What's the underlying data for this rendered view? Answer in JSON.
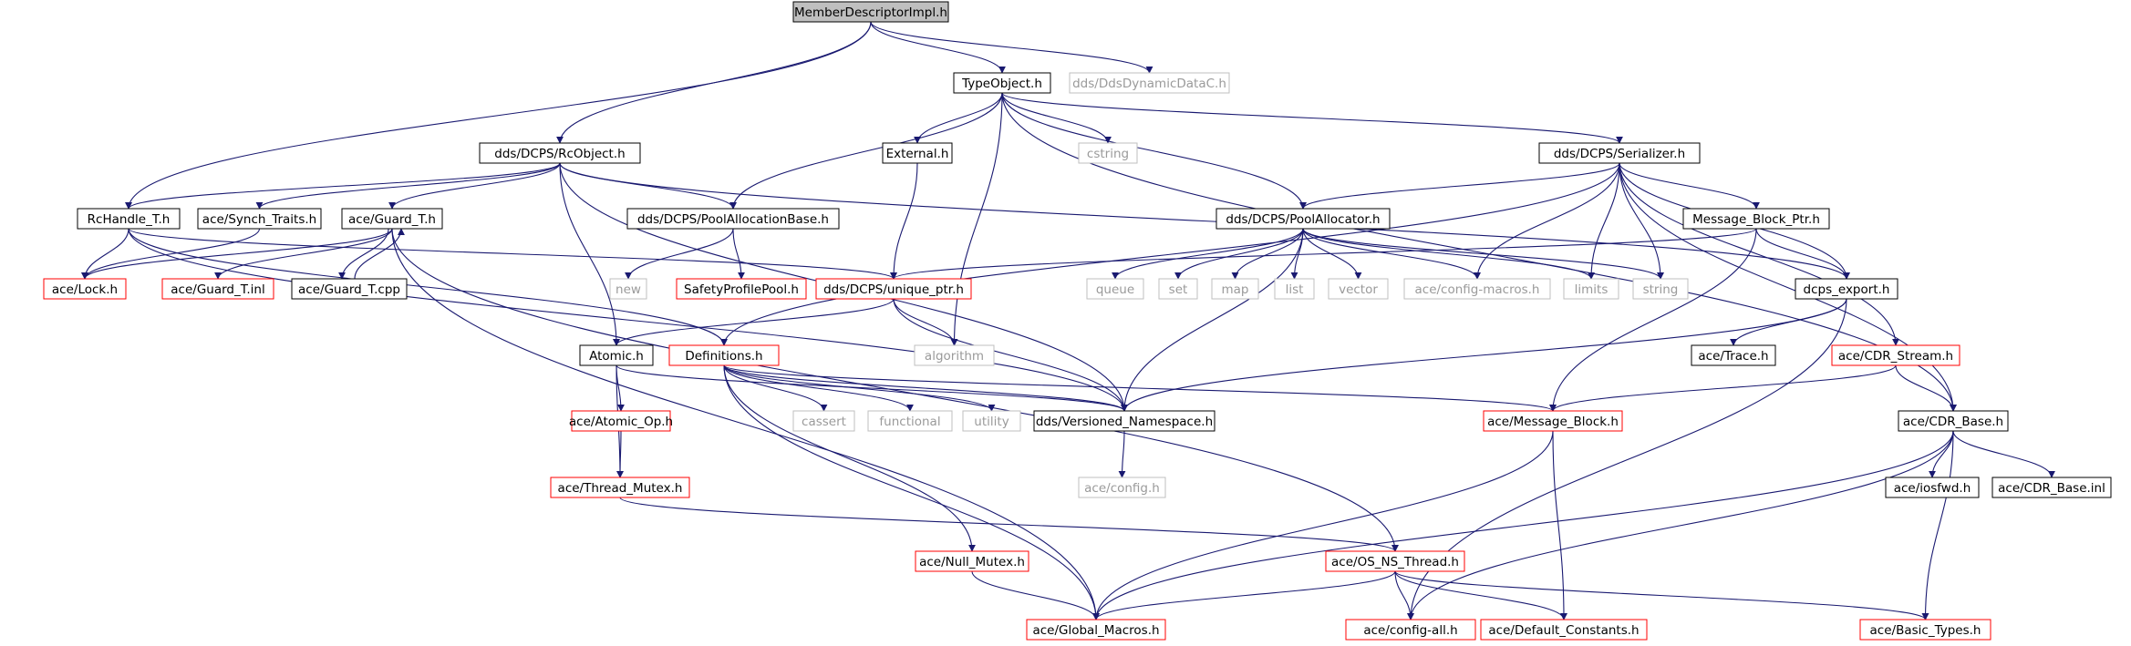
{
  "diagram": {
    "colors": {
      "root_fill": "#bfbfbf",
      "normal": "#000000",
      "missing": "#bfbfbf",
      "truncated": "#ff0000",
      "edge": "#191970",
      "missing_text": "#9a9a9a"
    },
    "nodes": [
      {
        "id": "root",
        "label": "MemberDescriptorImpl.h",
        "kind": "root"
      },
      {
        "id": "typeobject",
        "label": "TypeObject.h",
        "kind": "normal"
      },
      {
        "id": "ddsdyn",
        "label": "dds/DdsDynamicDataC.h",
        "kind": "missing"
      },
      {
        "id": "rcobject",
        "label": "dds/DCPS/RcObject.h",
        "kind": "normal"
      },
      {
        "id": "external",
        "label": "External.h",
        "kind": "normal"
      },
      {
        "id": "cstring",
        "label": "cstring",
        "kind": "missing"
      },
      {
        "id": "serializer",
        "label": "dds/DCPS/Serializer.h",
        "kind": "normal"
      },
      {
        "id": "rchandle",
        "label": "RcHandle_T.h",
        "kind": "normal"
      },
      {
        "id": "synchtraits",
        "label": "ace/Synch_Traits.h",
        "kind": "normal"
      },
      {
        "id": "guardt",
        "label": "ace/Guard_T.h",
        "kind": "normal"
      },
      {
        "id": "poolallocbase",
        "label": "dds/DCPS/PoolAllocationBase.h",
        "kind": "normal"
      },
      {
        "id": "poolalloc",
        "label": "dds/DCPS/PoolAllocator.h",
        "kind": "normal"
      },
      {
        "id": "msgblockptr",
        "label": "Message_Block_Ptr.h",
        "kind": "normal"
      },
      {
        "id": "lock",
        "label": "ace/Lock.h",
        "kind": "truncated"
      },
      {
        "id": "guardinl",
        "label": "ace/Guard_T.inl",
        "kind": "truncated"
      },
      {
        "id": "guardcpp",
        "label": "ace/Guard_T.cpp",
        "kind": "normal"
      },
      {
        "id": "new",
        "label": "new",
        "kind": "missing"
      },
      {
        "id": "safetyprofile",
        "label": "SafetyProfilePool.h",
        "kind": "truncated"
      },
      {
        "id": "uniqueptr",
        "label": "dds/DCPS/unique_ptr.h",
        "kind": "truncated"
      },
      {
        "id": "queue",
        "label": "queue",
        "kind": "missing"
      },
      {
        "id": "set",
        "label": "set",
        "kind": "missing"
      },
      {
        "id": "map",
        "label": "map",
        "kind": "missing"
      },
      {
        "id": "list",
        "label": "list",
        "kind": "missing"
      },
      {
        "id": "vector",
        "label": "vector",
        "kind": "missing"
      },
      {
        "id": "configmacros",
        "label": "ace/config-macros.h",
        "kind": "missing"
      },
      {
        "id": "limits",
        "label": "limits",
        "kind": "missing"
      },
      {
        "id": "string",
        "label": "string",
        "kind": "missing"
      },
      {
        "id": "dcpsexport",
        "label": "dcps_export.h",
        "kind": "normal"
      },
      {
        "id": "atomic",
        "label": "Atomic.h",
        "kind": "normal"
      },
      {
        "id": "definitions",
        "label": "Definitions.h",
        "kind": "truncated"
      },
      {
        "id": "algorithm",
        "label": "algorithm",
        "kind": "missing"
      },
      {
        "id": "acetrace",
        "label": "ace/Trace.h",
        "kind": "normal"
      },
      {
        "id": "cdrstream",
        "label": "ace/CDR_Stream.h",
        "kind": "truncated"
      },
      {
        "id": "atomicop",
        "label": "ace/Atomic_Op.h",
        "kind": "truncated"
      },
      {
        "id": "cassert",
        "label": "cassert",
        "kind": "missing"
      },
      {
        "id": "functional",
        "label": "functional",
        "kind": "missing"
      },
      {
        "id": "utility",
        "label": "utility",
        "kind": "missing"
      },
      {
        "id": "versioned",
        "label": "dds/Versioned_Namespace.h",
        "kind": "normal"
      },
      {
        "id": "msgblock",
        "label": "ace/Message_Block.h",
        "kind": "truncated"
      },
      {
        "id": "cdrbase",
        "label": "ace/CDR_Base.h",
        "kind": "normal"
      },
      {
        "id": "threadmutex",
        "label": "ace/Thread_Mutex.h",
        "kind": "truncated"
      },
      {
        "id": "aceconfig",
        "label": "ace/config.h",
        "kind": "missing"
      },
      {
        "id": "iosfwd",
        "label": "ace/iosfwd.h",
        "kind": "normal"
      },
      {
        "id": "cdrbaseinl",
        "label": "ace/CDR_Base.inl",
        "kind": "normal"
      },
      {
        "id": "nullmutex",
        "label": "ace/Null_Mutex.h",
        "kind": "truncated"
      },
      {
        "id": "osnsthread",
        "label": "ace/OS_NS_Thread.h",
        "kind": "truncated"
      },
      {
        "id": "globalmacros",
        "label": "ace/Global_Macros.h",
        "kind": "truncated"
      },
      {
        "id": "configall",
        "label": "ace/config-all.h",
        "kind": "truncated"
      },
      {
        "id": "defaultconst",
        "label": "ace/Default_Constants.h",
        "kind": "truncated"
      },
      {
        "id": "basictypes",
        "label": "ace/Basic_Types.h",
        "kind": "truncated"
      }
    ],
    "edges": [
      [
        "root",
        "typeobject"
      ],
      [
        "root",
        "ddsdyn"
      ],
      [
        "root",
        "rcobject"
      ],
      [
        "root",
        "rchandle"
      ],
      [
        "typeobject",
        "external"
      ],
      [
        "typeobject",
        "cstring"
      ],
      [
        "typeobject",
        "serializer"
      ],
      [
        "typeobject",
        "poolallocbase"
      ],
      [
        "typeobject",
        "poolalloc"
      ],
      [
        "typeobject",
        "algorithm"
      ],
      [
        "typeobject",
        "cdrbase"
      ],
      [
        "rcobject",
        "rchandle"
      ],
      [
        "rcobject",
        "synchtraits"
      ],
      [
        "rcobject",
        "guardt"
      ],
      [
        "rcobject",
        "poolallocbase"
      ],
      [
        "rcobject",
        "atomic"
      ],
      [
        "rcobject",
        "versioned"
      ],
      [
        "rcobject",
        "dcpsexport"
      ],
      [
        "external",
        "uniqueptr"
      ],
      [
        "serializer",
        "poolalloc"
      ],
      [
        "serializer",
        "msgblockptr"
      ],
      [
        "serializer",
        "configmacros"
      ],
      [
        "serializer",
        "limits"
      ],
      [
        "serializer",
        "string"
      ],
      [
        "serializer",
        "dcpsexport"
      ],
      [
        "serializer",
        "definitions"
      ],
      [
        "serializer",
        "cdrstream"
      ],
      [
        "serializer",
        "cdrbase"
      ],
      [
        "rchandle",
        "lock"
      ],
      [
        "rchandle",
        "uniqueptr"
      ],
      [
        "rchandle",
        "definitions"
      ],
      [
        "rchandle",
        "versioned"
      ],
      [
        "synchtraits",
        "lock"
      ],
      [
        "guardt",
        "lock"
      ],
      [
        "guardt",
        "guardinl"
      ],
      [
        "guardt",
        "guardcpp"
      ],
      [
        "guardcpp",
        "guardt"
      ],
      [
        "guardt",
        "globalmacros"
      ],
      [
        "guardt",
        "osnsthread"
      ],
      [
        "poolallocbase",
        "new"
      ],
      [
        "poolallocbase",
        "safetyprofile"
      ],
      [
        "poolalloc",
        "queue"
      ],
      [
        "poolalloc",
        "set"
      ],
      [
        "poolalloc",
        "map"
      ],
      [
        "poolalloc",
        "list"
      ],
      [
        "poolalloc",
        "vector"
      ],
      [
        "poolalloc",
        "configmacros"
      ],
      [
        "poolalloc",
        "limits"
      ],
      [
        "poolalloc",
        "string"
      ],
      [
        "poolalloc",
        "versioned"
      ],
      [
        "msgblockptr",
        "uniqueptr"
      ],
      [
        "msgblockptr",
        "dcpsexport"
      ],
      [
        "msgblockptr",
        "msgblock"
      ],
      [
        "uniqueptr",
        "atomic"
      ],
      [
        "uniqueptr",
        "algorithm"
      ],
      [
        "uniqueptr",
        "versioned"
      ],
      [
        "dcpsexport",
        "acetrace"
      ],
      [
        "dcpsexport",
        "versioned"
      ],
      [
        "dcpsexport",
        "configall"
      ],
      [
        "atomic",
        "atomicop"
      ],
      [
        "atomic",
        "threadmutex"
      ],
      [
        "atomic",
        "versioned"
      ],
      [
        "definitions",
        "cassert"
      ],
      [
        "definitions",
        "functional"
      ],
      [
        "definitions",
        "utility"
      ],
      [
        "definitions",
        "versioned"
      ],
      [
        "definitions",
        "msgblock"
      ],
      [
        "definitions",
        "nullmutex"
      ],
      [
        "definitions",
        "globalmacros"
      ],
      [
        "cdrstream",
        "msgblock"
      ],
      [
        "cdrstream",
        "cdrbase"
      ],
      [
        "atomicop",
        "threadmutex"
      ],
      [
        "versioned",
        "aceconfig"
      ],
      [
        "msgblock",
        "globalmacros"
      ],
      [
        "msgblock",
        "defaultconst"
      ],
      [
        "cdrbase",
        "iosfwd"
      ],
      [
        "cdrbase",
        "cdrbaseinl"
      ],
      [
        "cdrbase",
        "globalmacros"
      ],
      [
        "cdrbase",
        "configall"
      ],
      [
        "cdrbase",
        "basictypes"
      ],
      [
        "threadmutex",
        "osnsthread"
      ],
      [
        "nullmutex",
        "globalmacros"
      ],
      [
        "osnsthread",
        "globalmacros"
      ],
      [
        "osnsthread",
        "configall"
      ],
      [
        "osnsthread",
        "defaultconst"
      ],
      [
        "osnsthread",
        "basictypes"
      ]
    ]
  }
}
